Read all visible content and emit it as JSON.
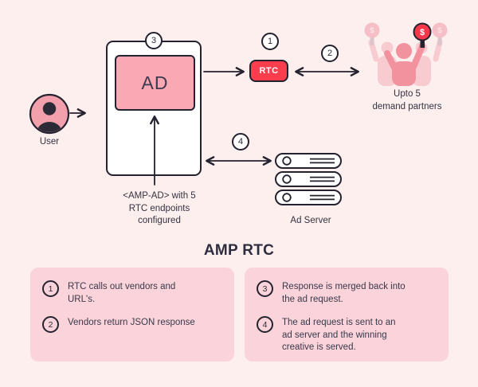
{
  "title": "AMP RTC",
  "colors": {
    "background": "#FDEFEE",
    "panel_pink": "#FAD4DA",
    "ad_box_pink": "#F9A8B4",
    "avatar_pink": "#F2A0AC",
    "accent_red": "#FA3E4D",
    "outline_dark": "#23222E",
    "text_dark": "#2E2D40"
  },
  "diagram": {
    "user": {
      "label": "User"
    },
    "device": {
      "ad_label": "AD",
      "badge": "3"
    },
    "rtc": {
      "label": "RTC",
      "badge": "1"
    },
    "partners": {
      "badge": "2",
      "label": "Upto 5\ndemand partners",
      "paddle_symbol": "$"
    },
    "ad_server": {
      "badge": "4",
      "label": "Ad Server"
    },
    "amp_ad_note": "<AMP-AD> with 5\nRTC endpoints\nconfigured"
  },
  "legend": {
    "left_items": [
      {
        "num": "1",
        "text": "RTC calls out vendors and\nURL's."
      },
      {
        "num": "2",
        "text": "Vendors return JSON response"
      }
    ],
    "right_items": [
      {
        "num": "3",
        "text": "Response is merged back into\nthe ad request."
      },
      {
        "num": "4",
        "text": "The ad request is sent to an\nad server and the winning\ncreative is served."
      }
    ]
  }
}
